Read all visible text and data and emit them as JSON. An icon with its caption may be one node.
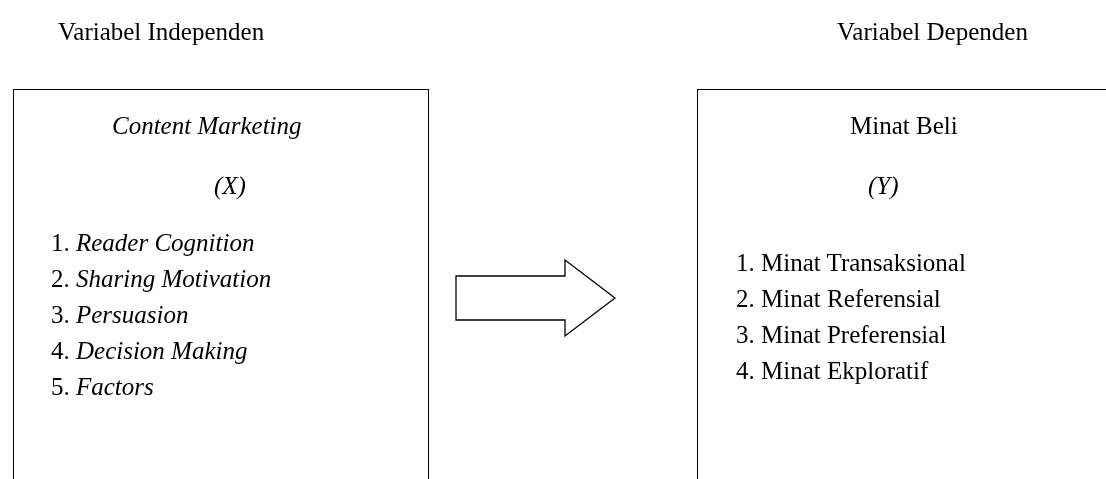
{
  "diagram": {
    "nodes": [
      {
        "text": [
          "Variabel Independen",
          "Content Marketing",
          "(X)",
          "1. *Reader Cognition*",
          "2. *Sharing Motivation*",
          "3. *Persuasion*",
          "4. *Decision Making*",
          "5. *Factors*"
        ]
      },
      {
        "text": [
          "Variabel Dependen",
          "Minat Beli",
          "(Y)",
          "1. Minat Transaksional",
          "2. Minat Referensial",
          "3. Minat Preferensial",
          "4. Minat Ekploratif"
        ]
      }
    ],
    "edges": [
      {
        "from": 0,
        "to": 1,
        "arrow": "to"
      }
    ]
  }
}
